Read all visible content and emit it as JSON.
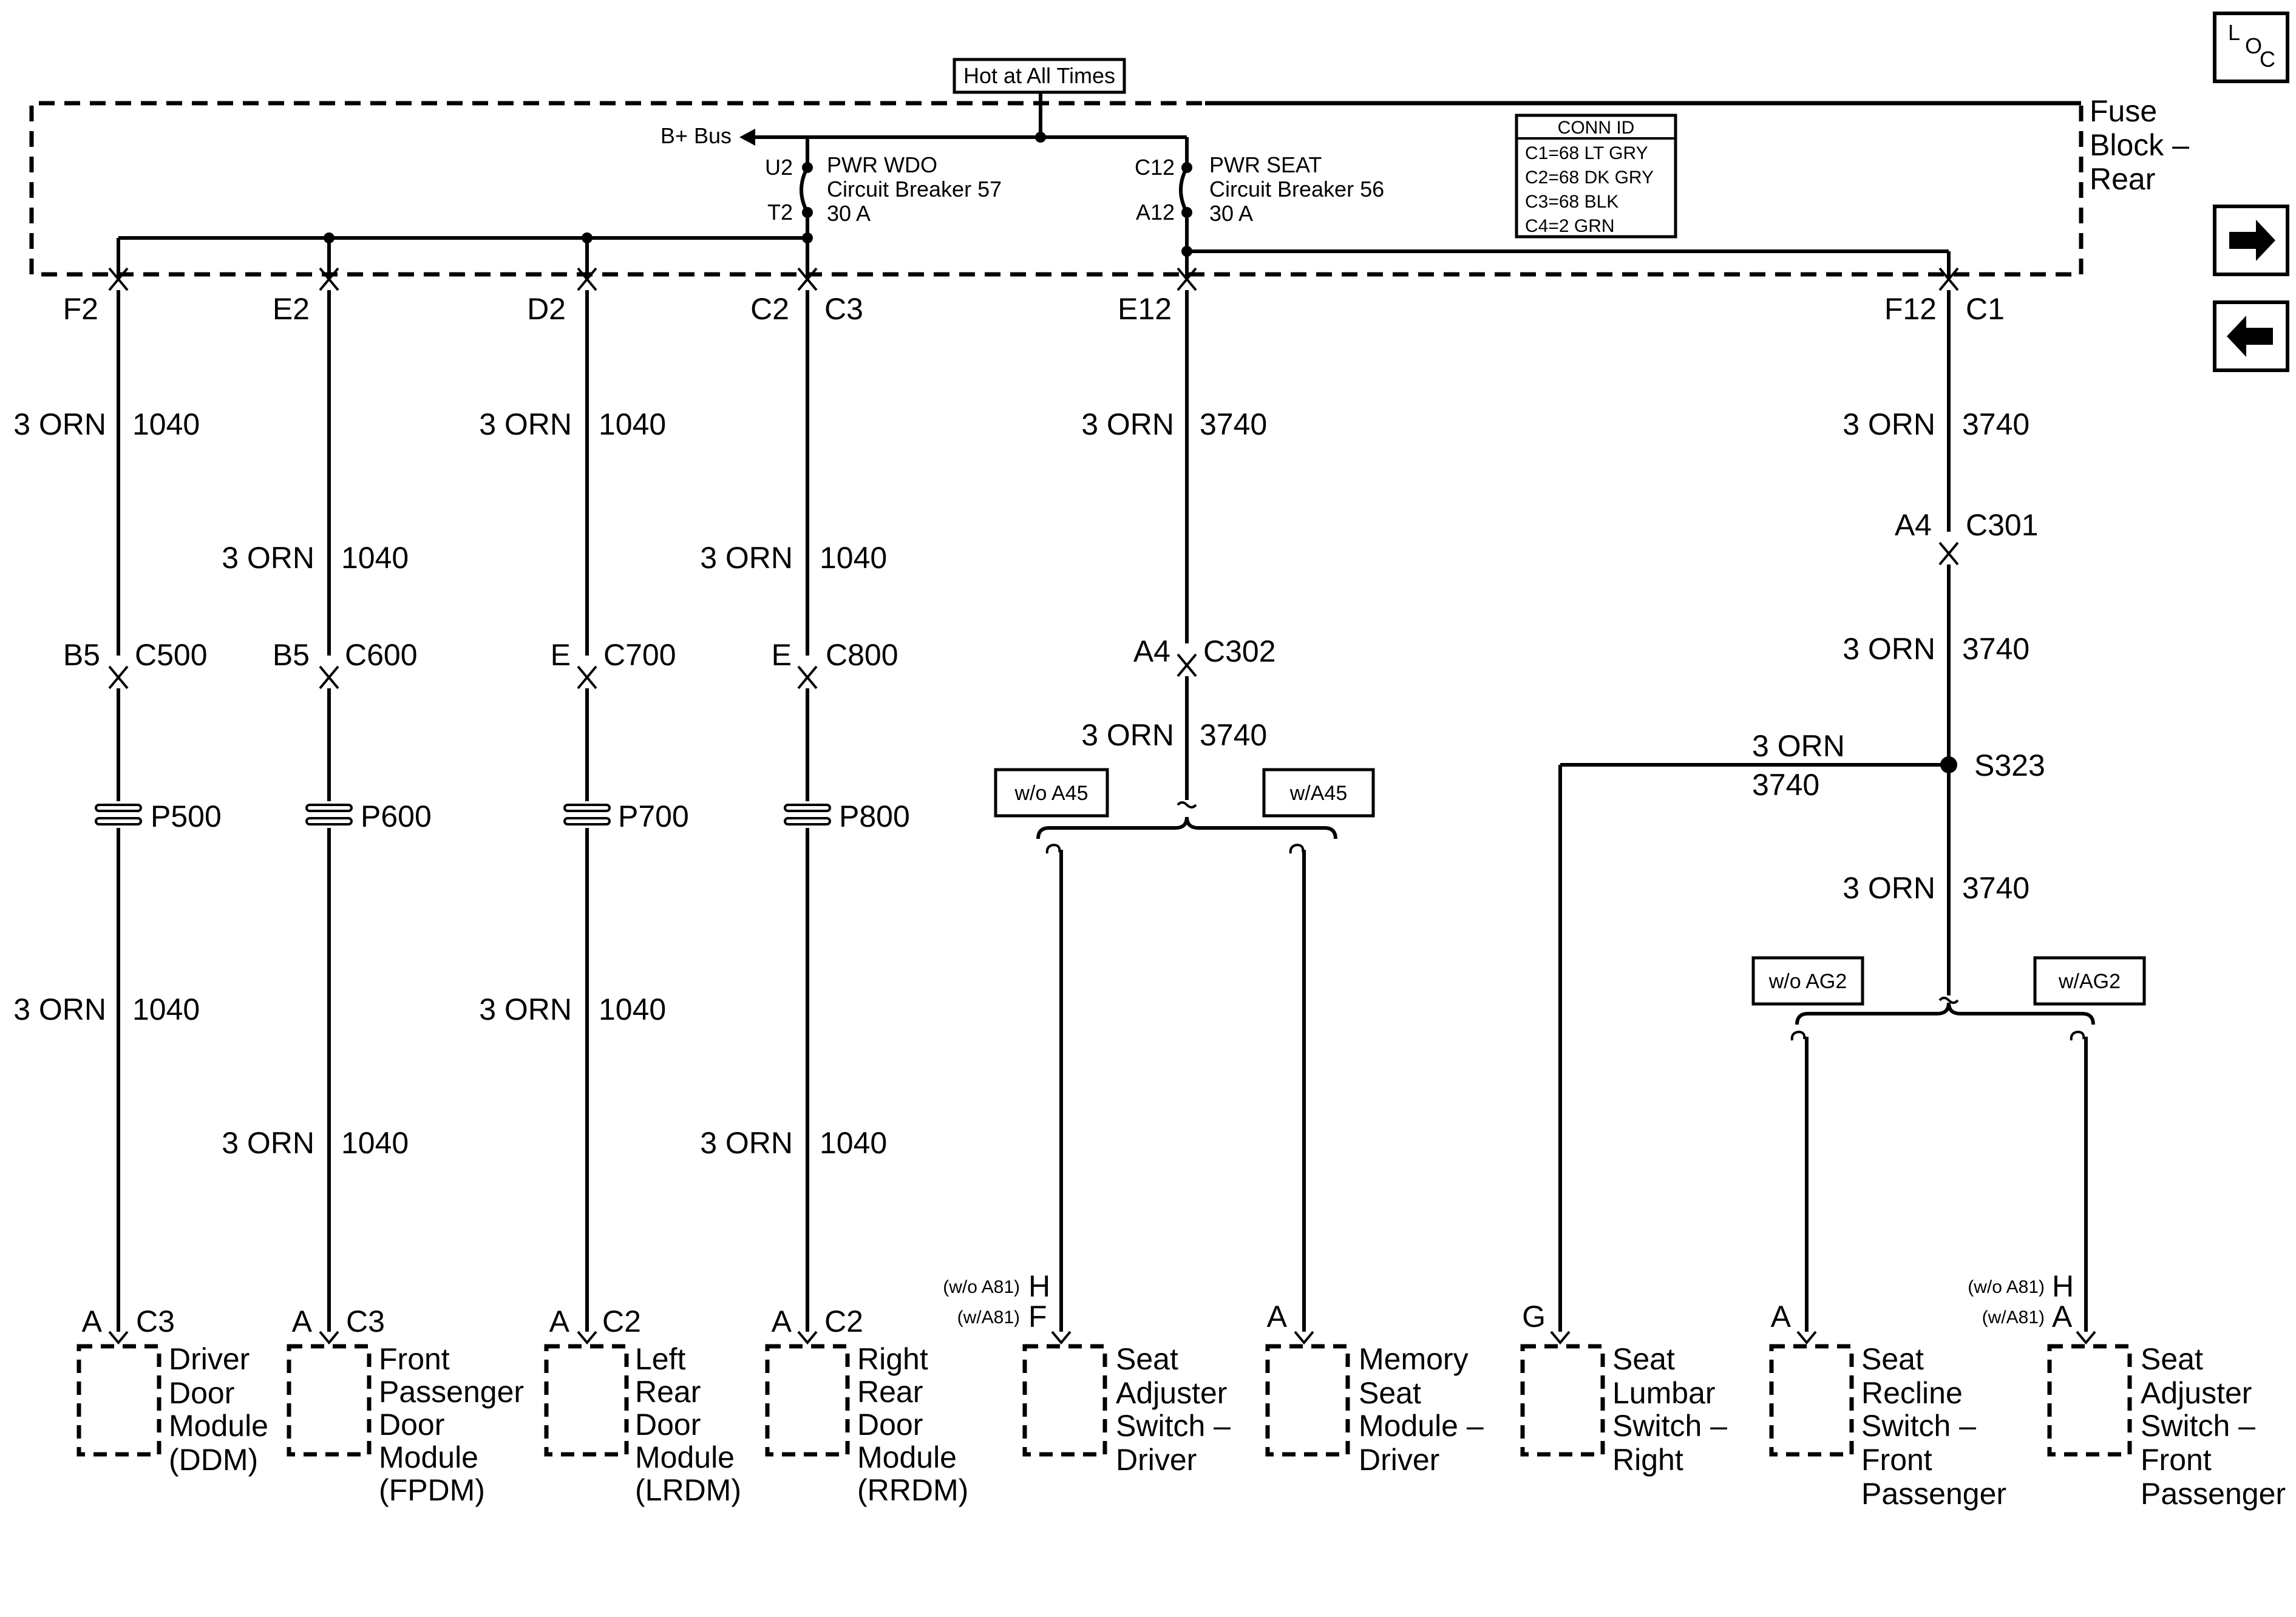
{
  "fuse_block": {
    "name_lines": [
      "Fuse",
      "Block –",
      "Rear"
    ],
    "hot_label": "Hot at All Times",
    "bbus_label": "B+ Bus",
    "breaker_wdo": {
      "pin_top": "U2",
      "pin_bot": "T2",
      "lines": [
        "PWR WDO",
        "Circuit Breaker 57",
        "30 A"
      ]
    },
    "breaker_seat": {
      "pin_top": "C12",
      "pin_bot": "A12",
      "lines": [
        "PWR SEAT",
        "Circuit Breaker 56",
        "30 A"
      ]
    },
    "conn_id": {
      "title": "CONN ID",
      "rows": [
        "C1=68 LT GRY",
        "C2=68 DK GRY",
        "C3=68 BLK",
        "C4=2 GRN"
      ]
    }
  },
  "nav": {
    "loc": [
      "L",
      "O",
      "C"
    ],
    "next_icon": "arrow-right-icon",
    "prev_icon": "arrow-left-icon"
  },
  "circuits": {
    "ddm": {
      "top_pin": "F2",
      "top_conn": "",
      "w1": [
        "3 ORN",
        "1040"
      ],
      "inline": [
        "B5",
        "C500"
      ],
      "pass": "P500",
      "w2": [
        "3 ORN",
        "1040"
      ],
      "comp_pin": "A",
      "comp_conn": "C3",
      "name": [
        "Driver",
        "Door",
        "Module",
        "(DDM)"
      ]
    },
    "fpdm": {
      "top_pin": "E2",
      "w1": [
        "3 ORN",
        "1040"
      ],
      "inline": [
        "B5",
        "C600"
      ],
      "pass": "P600",
      "w2": [
        "3 ORN",
        "1040"
      ],
      "comp_pin": "A",
      "comp_conn": "C3",
      "name": [
        "Front",
        "Passenger",
        "Door",
        "Module",
        "(FPDM)"
      ]
    },
    "lrdm": {
      "top_pin": "D2",
      "w1": [
        "3 ORN",
        "1040"
      ],
      "inline": [
        "E",
        "C700"
      ],
      "pass": "P700",
      "w2": [
        "3 ORN",
        "1040"
      ],
      "comp_pin": "A",
      "comp_conn": "C2",
      "name": [
        "Left",
        "Rear",
        "Door",
        "Module",
        "(LRDM)"
      ]
    },
    "rrdm": {
      "top_pin": "C2",
      "top_conn": "C3",
      "w1": [
        "3 ORN",
        "1040"
      ],
      "inline": [
        "E",
        "C800"
      ],
      "pass": "P800",
      "w2": [
        "3 ORN",
        "1040"
      ],
      "comp_pin": "A",
      "comp_conn": "C2",
      "name": [
        "Right",
        "Rear",
        "Door",
        "Module",
        "(RRDM)"
      ]
    },
    "seat_driver": {
      "top_pin": "E12",
      "w1": [
        "3 ORN",
        "3740"
      ],
      "inline": [
        "A4",
        "C302"
      ],
      "w2": [
        "3 ORN",
        "3740"
      ],
      "opt_left": "w/o A45",
      "opt_right": "w/A45"
    },
    "seat_pass": {
      "top_pin": "F12",
      "top_conn": "C1",
      "w1": [
        "3 ORN",
        "3740"
      ],
      "inline": [
        "A4",
        "C301"
      ],
      "w2": [
        "3 ORN",
        "3740"
      ],
      "splice": "S323",
      "branch_wire": [
        "3 ORN",
        "3740"
      ],
      "w3": [
        "3 ORN",
        "3740"
      ],
      "opt_left": "w/o AG2",
      "opt_right": "w/AG2"
    }
  },
  "components": {
    "seat_adj_driver": {
      "opt1": "(w/o A81)",
      "pin1": "H",
      "opt2": "(w/A81)",
      "pin2": "F",
      "name": [
        "Seat",
        "Adjuster",
        "Switch –",
        "Driver"
      ]
    },
    "memory_seat": {
      "pin": "A",
      "name": [
        "Memory",
        "Seat",
        "Module –",
        "Driver"
      ]
    },
    "lumbar": {
      "pin": "G",
      "name": [
        "Seat",
        "Lumbar",
        "Switch –",
        "Right"
      ]
    },
    "recline": {
      "pin": "A",
      "name": [
        "Seat",
        "Recline",
        "Switch –",
        "Front",
        "Passenger"
      ]
    },
    "seat_adj_pass": {
      "opt1": "(w/o A81)",
      "pin1": "H",
      "opt2": "(w/A81)",
      "pin2": "A",
      "name": [
        "Seat",
        "Adjuster",
        "Switch –",
        "Front",
        "Passenger"
      ]
    }
  }
}
